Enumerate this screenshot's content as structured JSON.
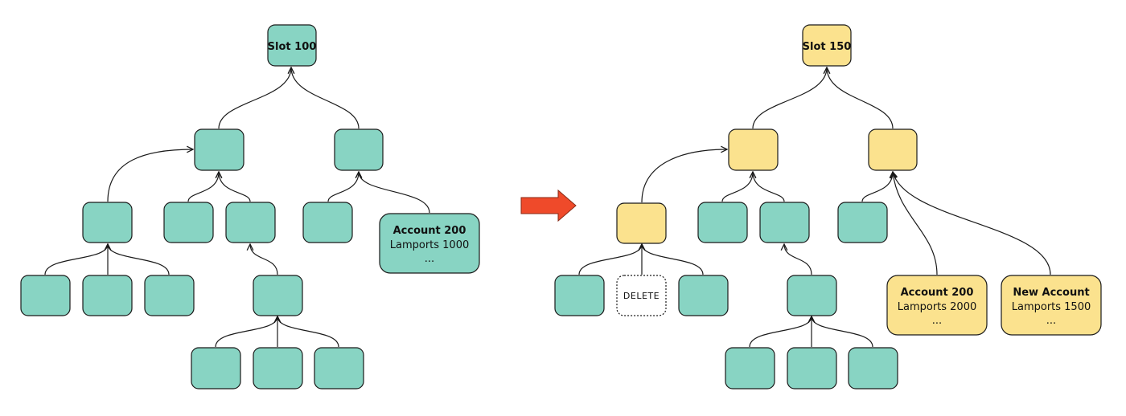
{
  "before": {
    "root_label": "Slot 100",
    "account_node": {
      "title": "Account 200",
      "lamports": "Lamports 1000",
      "more": "..."
    }
  },
  "after": {
    "root_label": "Slot 150",
    "deleted_label": "DELETE",
    "account_node": {
      "title": "Account 200",
      "lamports": "Lamports 2000",
      "more": "..."
    },
    "new_account_node": {
      "title": "New Account",
      "lamports": "Lamports 1500",
      "more": "..."
    }
  },
  "colors": {
    "unchanged_node": "#88d4c3",
    "changed_node": "#fbe28e",
    "transition_arrow": "#ef4a2a"
  }
}
